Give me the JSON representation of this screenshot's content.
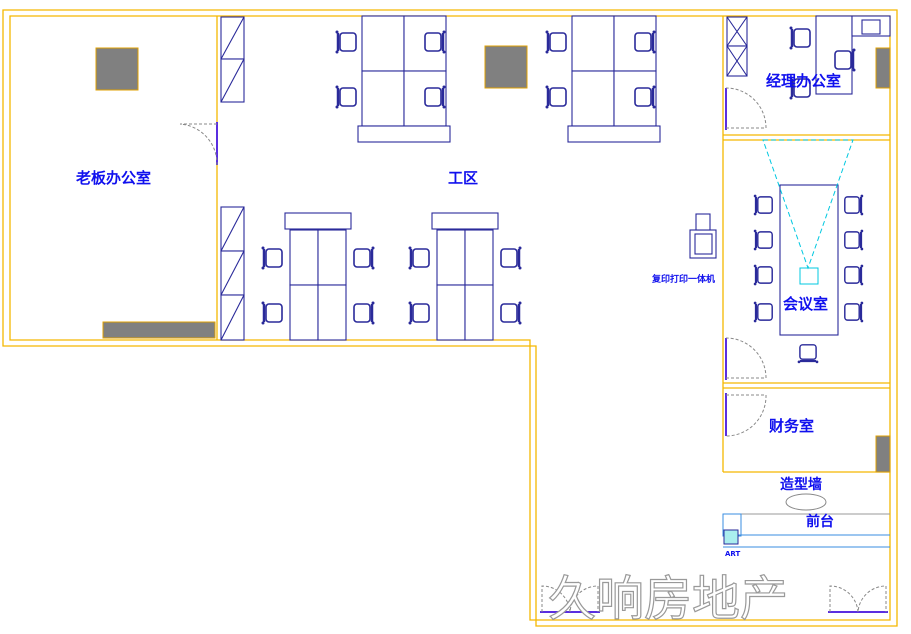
{
  "rooms": {
    "boss_office": "老板办公室",
    "work_area": "工区",
    "manager_office": "经理办公室",
    "meeting_room": "会议室",
    "finance_room": "财务室",
    "feature_wall": "造型墙",
    "reception": "前台"
  },
  "equipment": {
    "copier": "复印打印一体机",
    "art": "ART"
  },
  "watermark": "久响房地产",
  "colors": {
    "wall": "#f5b800",
    "furniture": "#2a2a9a",
    "label": "#1010ee",
    "projection": "#00c8e0"
  }
}
